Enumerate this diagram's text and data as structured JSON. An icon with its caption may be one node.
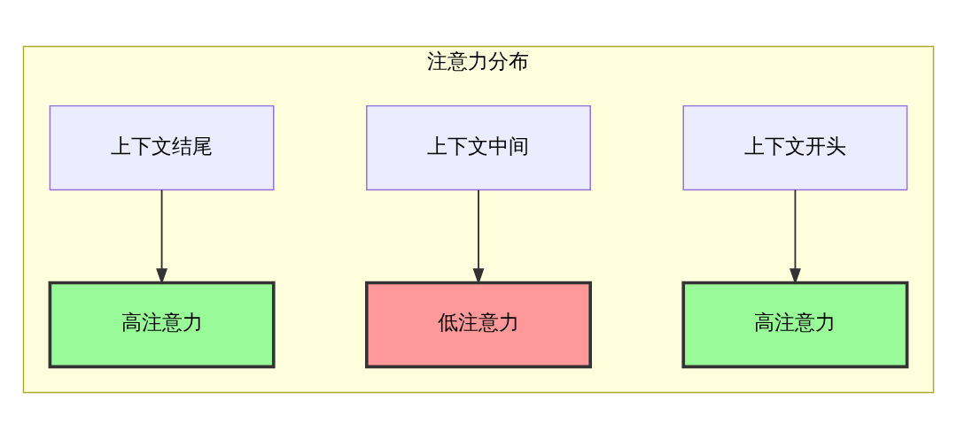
{
  "diagram": {
    "nodes": [
      {
        "text": [
          "注意力分布"
        ]
      },
      {
        "text": [
          "上下文开头"
        ],
        "in": 0
      },
      {
        "text": [
          "上下文中间"
        ],
        "in": 0
      },
      {
        "text": [
          "上下文结尾"
        ],
        "in": 0
      },
      {
        "text": [
          "高注意力"
        ],
        "in": 0
      },
      {
        "text": [
          "低注意力"
        ],
        "in": 0
      },
      {
        "text": [
          "高注意力"
        ],
        "in": 0
      }
    ],
    "edges": [
      {
        "from": 1,
        "to": 4,
        "arrow": "to"
      },
      {
        "from": 2,
        "to": 5,
        "arrow": "to"
      },
      {
        "from": 3,
        "to": 6,
        "arrow": "to"
      }
    ]
  }
}
